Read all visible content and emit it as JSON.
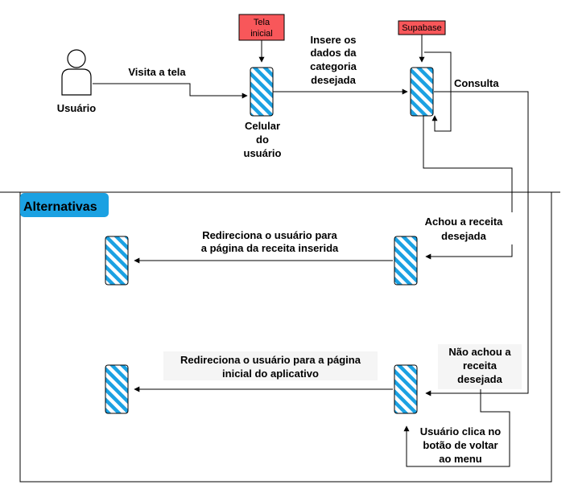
{
  "actors": {
    "user": "Usuário",
    "phone": [
      "Celular",
      "do",
      "usuário"
    ]
  },
  "tags": {
    "tela_inicial": [
      "Tela",
      "inicial"
    ],
    "supabase": "Supabase"
  },
  "messages": {
    "visit": "Visita a tela",
    "insert": [
      "Insere os",
      "dados da",
      "categoria",
      "desejada"
    ],
    "query": "Consulta",
    "found": [
      "Achou a receita",
      "desejada"
    ],
    "redirect_recipe": [
      "Redireciona o usuário para",
      "a página da receita inserida"
    ],
    "not_found": [
      "Não achou a",
      "receita",
      "desejada"
    ],
    "redirect_home": [
      "Redireciona o usuário para a página",
      "inicial do aplicativo"
    ],
    "back_button": [
      "Usuário clica no",
      "botão de voltar",
      "ao menu"
    ]
  },
  "frame": {
    "title": "Alternativas"
  },
  "colors": {
    "tag_fill": "#f8575a",
    "hatch": "#1ba1e2",
    "frame_title_fill": "#1ba1e2"
  }
}
